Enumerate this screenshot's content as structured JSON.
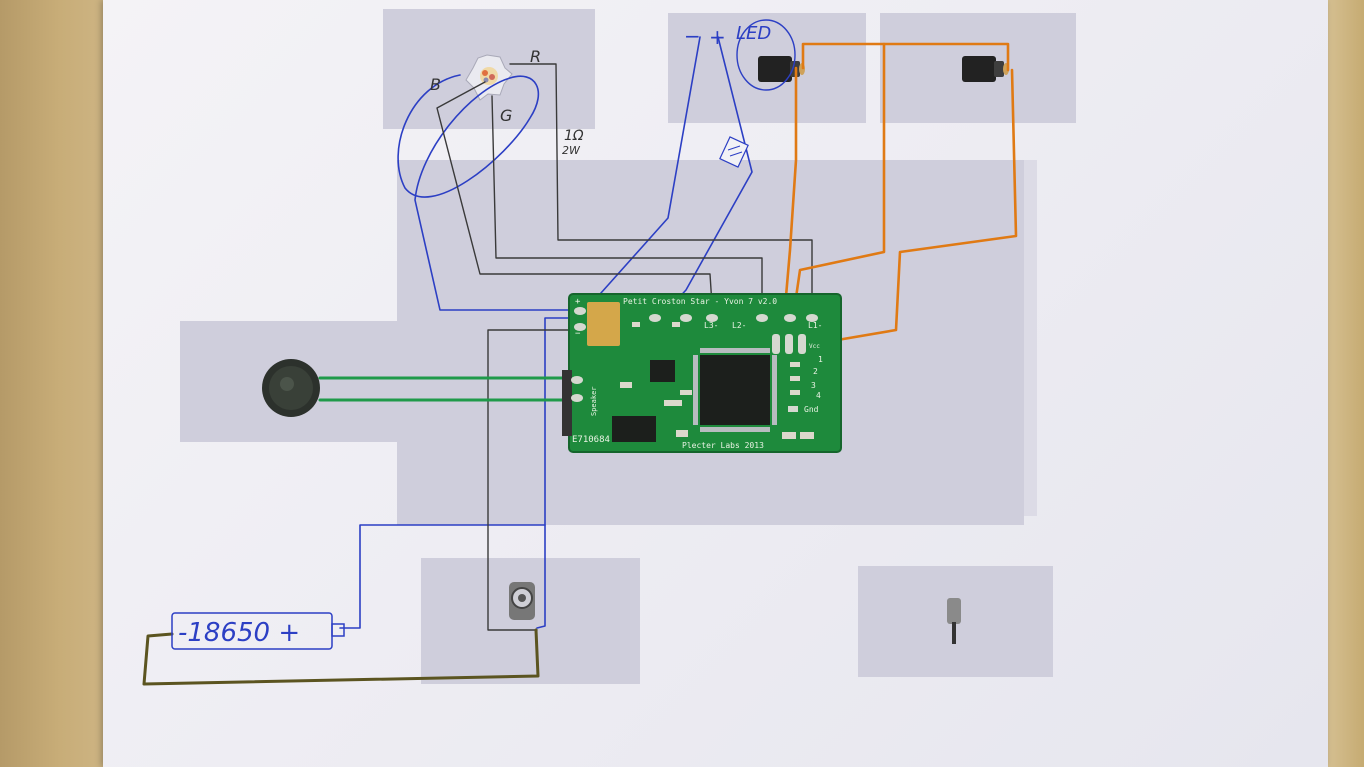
{
  "labels": {
    "led_r": "R",
    "led_b": "B",
    "led_g": "G",
    "resistor_value": "1Ω",
    "resistor_power": "2W",
    "minus": "−",
    "plus": "+",
    "led": "LED",
    "battery": "-18650 +",
    "pcb_title": "Petit Croston Star - Yvon 7 v2.0",
    "pcb_l3": "L3-",
    "pcb_l2": "L2-",
    "pcb_l1": "L1-",
    "pcb_vcc": "Vcc",
    "pcb_gnd": "Gnd",
    "pcb_speaker": "Speaker",
    "pcb_serial": "E710684",
    "pcb_maker": "Plecter Labs 2013",
    "pcb_pin_1": "1",
    "pcb_pin_2": "2",
    "pcb_pin_3": "3",
    "pcb_pin_4": "4",
    "pcb_plus": "+",
    "pcb_minus": "−"
  },
  "colors": {
    "blue_wire": "#2c3fc4",
    "black_wire": "#3a3a3a",
    "orange_wire": "#e07a14",
    "green_wire": "#1f9a4a",
    "olive_wire": "#5b5420",
    "pcb": "#1e8a3c"
  }
}
